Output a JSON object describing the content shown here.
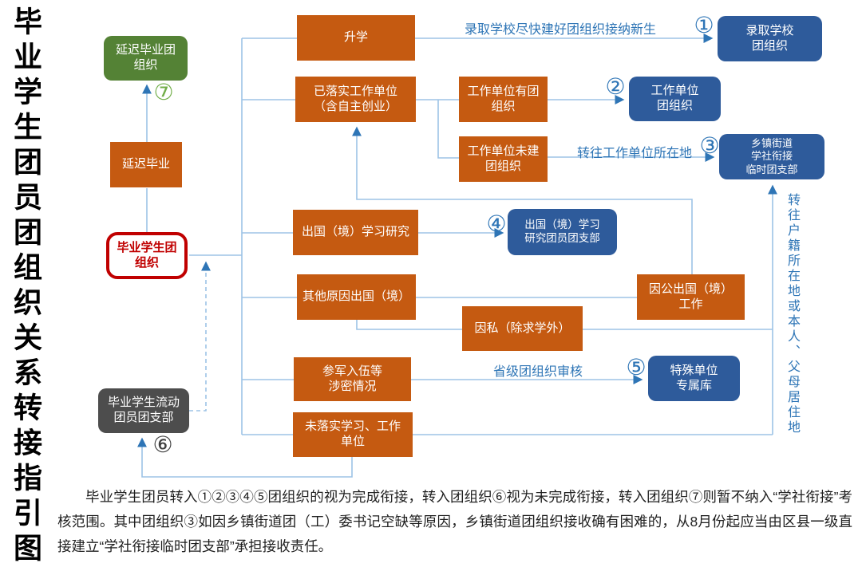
{
  "page_title": "毕业学生团员团组织关系转接指引图",
  "nodes": {
    "origin": "毕业学生团\n组织",
    "deferred": "延迟毕业",
    "deferred_org": "延迟毕业团\n组织",
    "mobile_branch": "毕业学生流动\n团员团支部",
    "further_study": "升学",
    "secured_work": "已落实工作单位\n（含自主创业）",
    "work_with_league": "工作单位有团\n组织",
    "work_without_league": "工作单位未建\n团组织",
    "abroad_study": "出国（境）学习研究",
    "abroad_other": "其他原因出国（境）",
    "abroad_private": "因私（除求学外）",
    "abroad_official": "因公出国（境）\n工作",
    "military": "参军入伍等\n涉密情况",
    "unsecured": "未落实学习、工作\n单位",
    "admitted_school": "录取学校\n团组织",
    "work_unit_org": "工作单位\n团组织",
    "township_branch": "乡镇街道\n学社衔接\n临时团支部",
    "abroad_branch": "出国（境）学习\n研究团员团支部",
    "special_db": "特殊单位\n专属库"
  },
  "edge_labels": {
    "admit_note": "录取学校尽快建好团组织接纳新生",
    "to_workplace": "转往工作单位所在地",
    "provincial": "省级团组织审核",
    "to_household": "转往户籍所在地或本人、父母居住地"
  },
  "badges": {
    "b1": "①",
    "b2": "②",
    "b3": "③",
    "b4": "④",
    "b5": "⑤",
    "b6": "⑥",
    "b7": "⑦"
  },
  "footnote": "毕业学生团员转入①②③④⑤团组织的视为完成衔接，转入团组织⑥视为未完成衔接，转入团组织⑦则暂不纳入“学社衔接”考核范围。其中团组织③如因乡镇街道团（工）委书记空缺等原因，乡镇街道团组织接收确有困难的，从8月份起应当由区县一级直接建立“学社衔接临时团支部”承担接收责任。",
  "colors": {
    "orange_node": "#C55A11",
    "blue_node": "#2E5B9B",
    "green_node": "#548235",
    "gray_node": "#4D4D4D",
    "origin_border": "#C00000",
    "wire": "#9DC3E6",
    "arrowhead": "#2E75B6",
    "label_text": "#2E75B6"
  }
}
